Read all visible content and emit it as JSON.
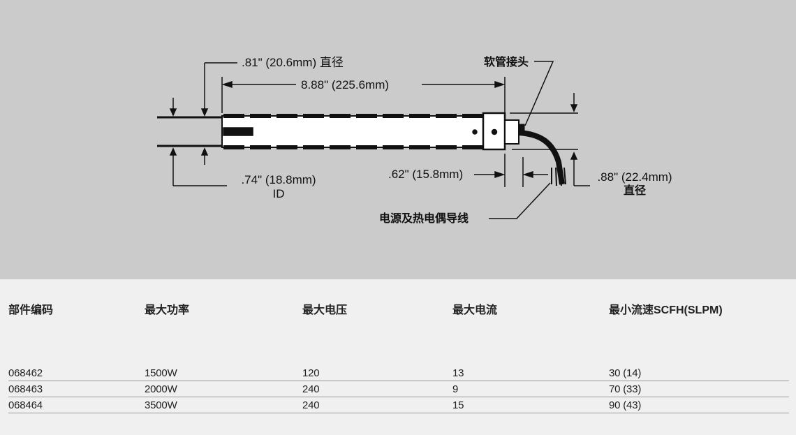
{
  "diagram": {
    "labels": {
      "outer_diameter": ".81\" (20.6mm) 直径",
      "length": "8.88\" (225.6mm)",
      "hose_fitting": "软管接头",
      "inner_diameter": ".74\" (18.8mm)",
      "inner_diameter_unit": "ID",
      "fitting_length": ".62\" (15.8mm)",
      "fitting_diameter": ".88\" (22.4mm)",
      "fitting_diameter_unit": "直径",
      "leads": "电源及热电偶导线"
    }
  },
  "specs": {
    "headers": {
      "part": "部件编码",
      "power": "最大功率",
      "voltage": "最大电压",
      "current": "最大电流",
      "flow": "最小流速SCFH(SLPM)"
    },
    "rows": [
      {
        "part": "068462",
        "power": "1500W",
        "voltage": "120",
        "current": "13",
        "flow": "30 (14)"
      },
      {
        "part": "068463",
        "power": "2000W",
        "voltage": "240",
        "current": "9",
        "flow": "70 (33)"
      },
      {
        "part": "068464",
        "power": "3500W",
        "voltage": "240",
        "current": "15",
        "flow": "90 (43)"
      }
    ]
  }
}
